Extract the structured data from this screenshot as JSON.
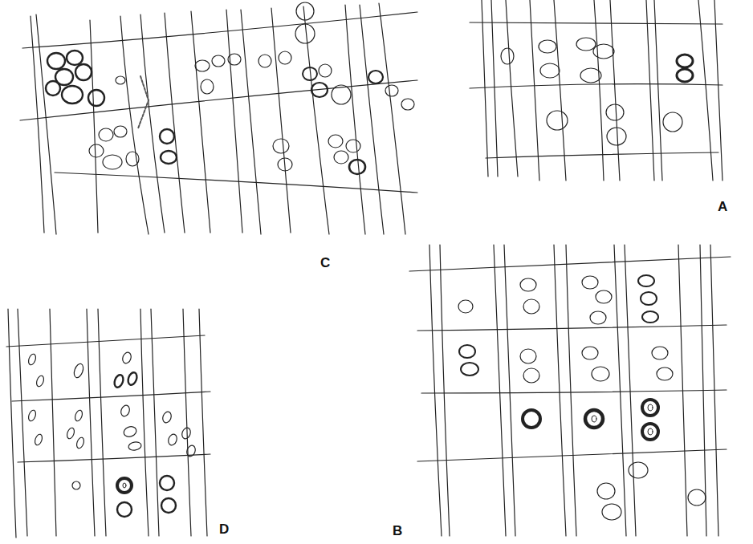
{
  "diagram": {
    "labels": [
      "A",
      "C",
      "D",
      "B"
    ]
  }
}
